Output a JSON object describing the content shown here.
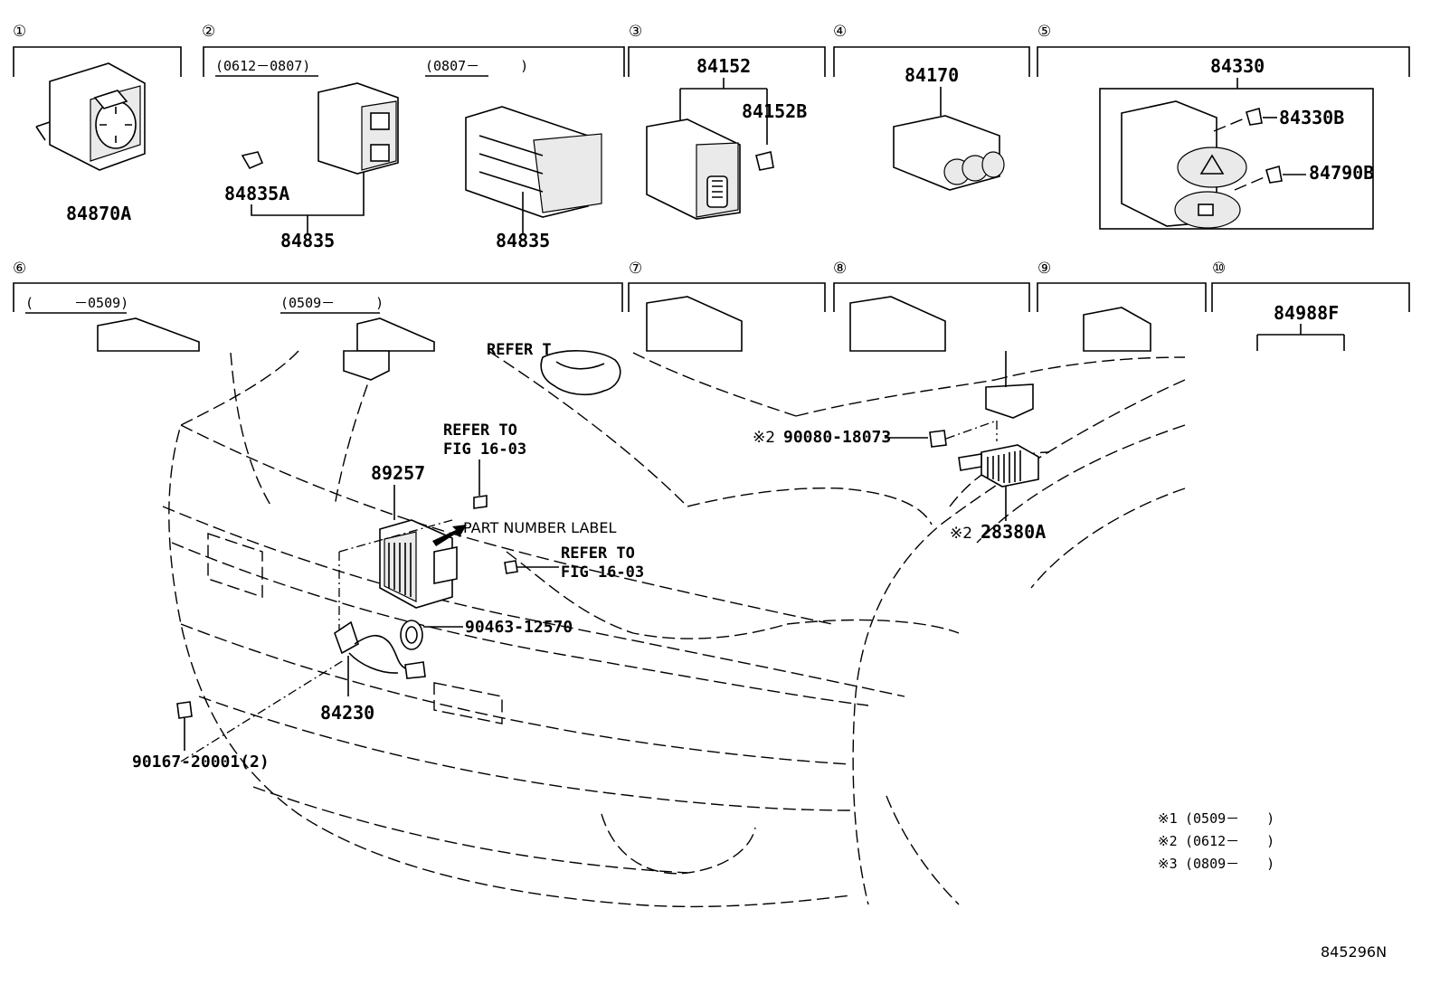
{
  "sections": [
    {
      "number": "①"
    },
    {
      "number": "②",
      "ranges": [
        "(0612－0807)",
        "(0807－　　　)"
      ]
    },
    {
      "number": "③"
    },
    {
      "number": "④"
    },
    {
      "number": "⑤"
    },
    {
      "number": "⑥",
      "ranges": [
        "(　　　－0509)",
        "(0509－　　　)"
      ]
    },
    {
      "number": "⑦"
    },
    {
      "number": "⑧"
    },
    {
      "number": "⑨"
    },
    {
      "number": "⑩"
    }
  ],
  "parts": {
    "p84870A": "84870A",
    "p84835A": "84835A",
    "p84835_left": "84835",
    "p84835_right": "84835",
    "p84152": "84152",
    "p84152B": "84152B",
    "p84170": "84170",
    "p84330": "84330",
    "p84330B": "84330B",
    "p84790B": "84790B",
    "p84988F": "84988F",
    "p89257": "89257",
    "p84230": "84230",
    "p90463": "90463-12570",
    "p90167": "90167-20001(2)",
    "p90080": "90080-18073",
    "p28380A": "28380A"
  },
  "notes": {
    "refer_top_1": "REFER TO",
    "refer_top_2": "FIG 16-03",
    "refer_mid_1": "REFER TO",
    "refer_mid_2": "FIG 16-03",
    "refer_clipped": "REFER T",
    "part_number_label": "PART NUMBER LABEL",
    "mark_x2_a": "※2",
    "mark_x2_b": "※2"
  },
  "legend": [
    {
      "mark": "※1",
      "range": "(0509－　　)"
    },
    {
      "mark": "※2",
      "range": "(0612－　　)"
    },
    {
      "mark": "※3",
      "range": "(0809－　　)"
    }
  ],
  "figure_code": "845296N"
}
